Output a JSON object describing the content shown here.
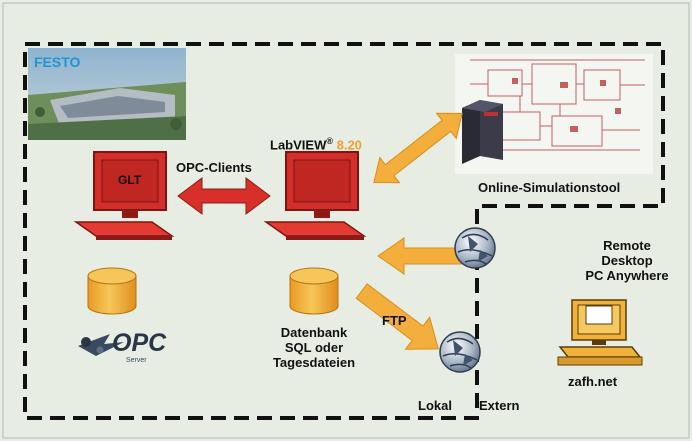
{
  "brand": {
    "festo_logo_text": "FESTO"
  },
  "nodes": {
    "glt_terminal": {
      "label": "GLT"
    },
    "labview": {
      "name": "LabVIEW",
      "reg_mark": "®",
      "version": " 8.20"
    },
    "simulation": {
      "label": "Online-Simulationstool"
    },
    "database": {
      "line1": "Datenbank",
      "line2": "SQL oder",
      "line3": "Tagesdateien"
    },
    "remote_desktop": {
      "line1": "Remote",
      "line2": "Desktop",
      "line3": "PC Anywhere"
    },
    "zafh": {
      "label": "zafh.net"
    },
    "opc_logo": {
      "text": "OPC",
      "subtext": "Server"
    }
  },
  "connections": {
    "opc_clients": {
      "label": "OPC-Clients"
    },
    "ftp": {
      "label": "FTP"
    }
  },
  "zones": {
    "local": "Lokal",
    "external": "Extern"
  },
  "colors": {
    "background": "#e7ede3",
    "terminal_red": "#d42e2a",
    "terminal_dark_red": "#8e1a17",
    "db_orange": "#f3b43c",
    "arrow_orange": "#f4ae3c",
    "arrow_red": "#d7302b",
    "labview_version": "#f2a12c",
    "festo_blue": "#1f96d4",
    "dash_border": "#111111"
  },
  "icons": {
    "glt": "computer-terminal-icon",
    "labview": "computer-terminal-icon",
    "db": "database-cylinder-icon",
    "globe": "globe-network-icon",
    "workstation": "desktop-computer-icon"
  }
}
